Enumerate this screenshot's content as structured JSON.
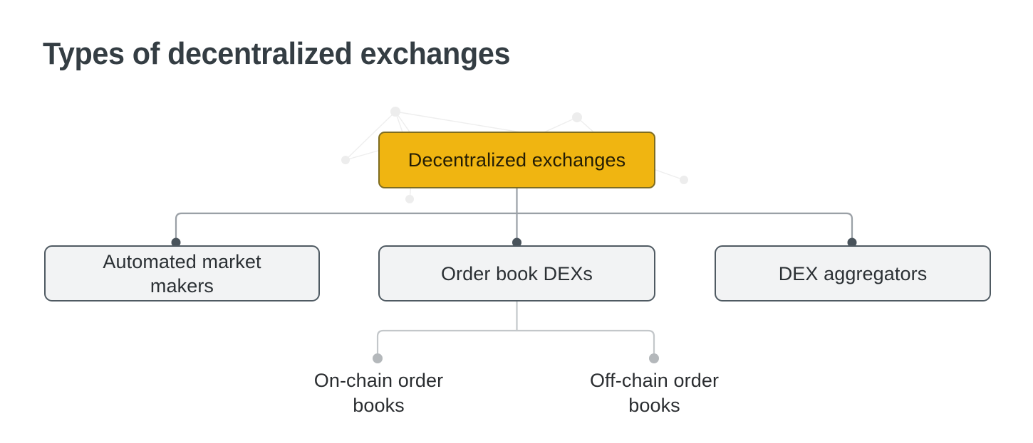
{
  "page": {
    "title": "Types of decentralized exchanges",
    "background_color": "#ffffff"
  },
  "colors": {
    "title_text": "#343d43",
    "root_fill": "#f0b511",
    "root_border": "#7e6c21",
    "root_text": "#241d05",
    "branch_fill": "#f2f3f4",
    "branch_border": "#4f5a62",
    "branch_text": "#2b3034",
    "leaf_text": "#2a2d30",
    "connector_line": "#9aa0a6",
    "connector_dot_dark": "#49535b",
    "connector_dot_light": "#b4b8bb",
    "decor_network": "#efefef"
  },
  "chart_data": {
    "type": "diagram",
    "diagram_kind": "hierarchy-tree",
    "title": "Types of decentralized exchanges",
    "root": {
      "id": "decentralized-exchanges",
      "label": "Decentralized exchanges",
      "style": "highlighted-amber"
    },
    "nodes": [
      {
        "id": "automated-market-makers",
        "label": "Automated market makers",
        "label_lines": [
          "Automated market",
          "makers"
        ],
        "level": 2,
        "parent": "decentralized-exchanges",
        "style": "boxed-grey"
      },
      {
        "id": "order-book-dexs",
        "label": "Order book DEXs",
        "label_lines": [
          "Order book DEXs"
        ],
        "level": 2,
        "parent": "decentralized-exchanges",
        "style": "boxed-grey"
      },
      {
        "id": "dex-aggregators",
        "label": "DEX aggregators",
        "label_lines": [
          "DEX aggregators"
        ],
        "level": 2,
        "parent": "decentralized-exchanges",
        "style": "boxed-grey"
      },
      {
        "id": "on-chain-order-books",
        "label": "On-chain order books",
        "label_lines": [
          "On-chain order",
          "books"
        ],
        "level": 3,
        "parent": "order-book-dexs",
        "style": "plain-text"
      },
      {
        "id": "off-chain-order-books",
        "label": "Off-chain order books",
        "label_lines": [
          "Off-chain order",
          "books"
        ],
        "level": 3,
        "parent": "order-book-dexs",
        "style": "plain-text"
      }
    ],
    "edges": [
      {
        "from": "decentralized-exchanges",
        "to": "automated-market-makers"
      },
      {
        "from": "decentralized-exchanges",
        "to": "order-book-dexs"
      },
      {
        "from": "decentralized-exchanges",
        "to": "dex-aggregators"
      },
      {
        "from": "order-book-dexs",
        "to": "on-chain-order-books"
      },
      {
        "from": "order-book-dexs",
        "to": "off-chain-order-books"
      }
    ]
  },
  "root_node": {
    "label": "Decentralized exchanges"
  },
  "branches": {
    "amm": {
      "line1": "Automated market",
      "line2": "makers"
    },
    "orderbook": {
      "line1": "Order book DEXs"
    },
    "aggregators": {
      "line1": "DEX aggregators"
    }
  },
  "leaves": {
    "onchain": {
      "line1": "On-chain order",
      "line2": "books"
    },
    "offchain": {
      "line1": "Off-chain order",
      "line2": "books"
    }
  }
}
